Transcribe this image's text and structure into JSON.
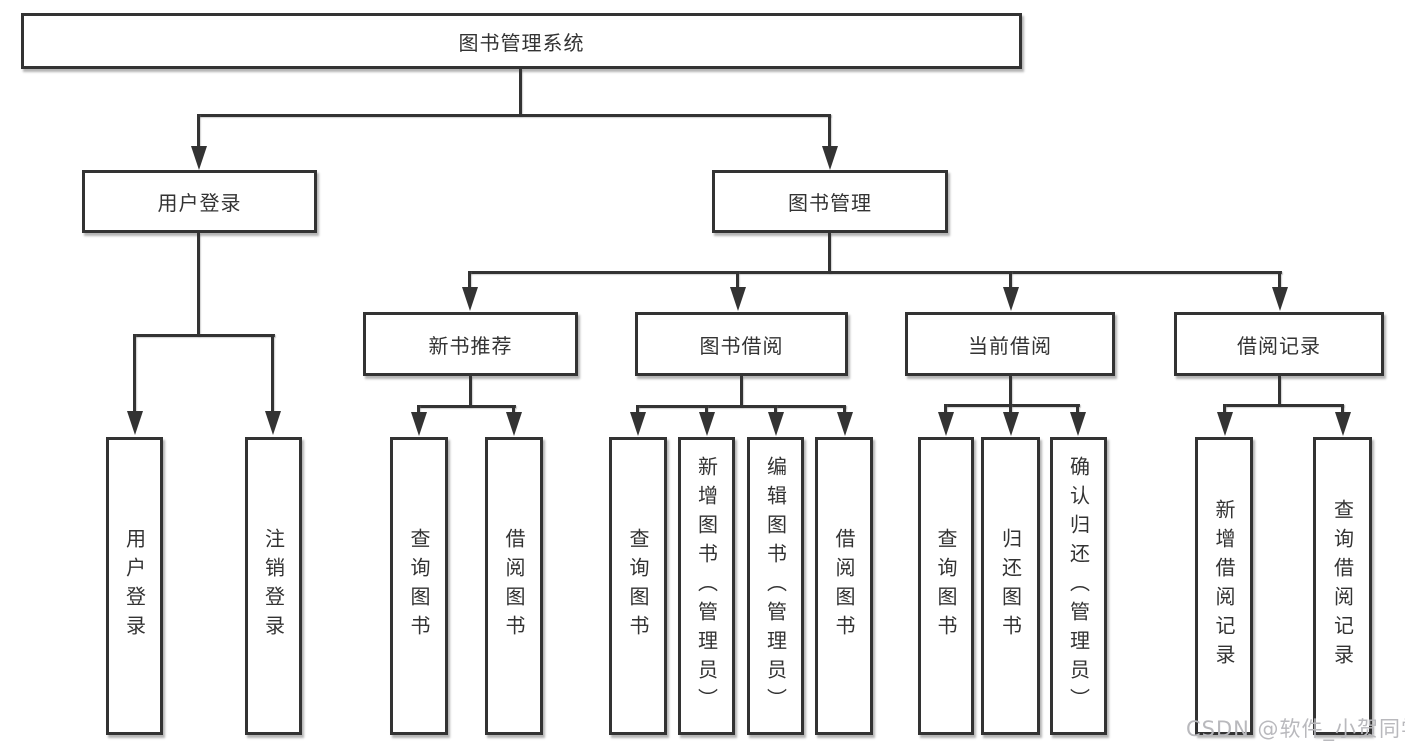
{
  "diagram_title": "图书管理系统",
  "tree": {
    "root": {
      "label": "图书管理系统"
    },
    "children": [
      {
        "label": "用户登录",
        "children": [
          {
            "label": "用户登录"
          },
          {
            "label": "注销登录"
          }
        ]
      },
      {
        "label": "图书管理",
        "children": [
          {
            "label": "新书推荐",
            "children": [
              {
                "label": "查询图书"
              },
              {
                "label": "借阅图书"
              }
            ]
          },
          {
            "label": "图书借阅",
            "children": [
              {
                "label": "查询图书"
              },
              {
                "label": "新增图书（管理员）"
              },
              {
                "label": "编辑图书（管理员）"
              },
              {
                "label": "借阅图书"
              }
            ]
          },
          {
            "label": "当前借阅",
            "children": [
              {
                "label": "查询图书"
              },
              {
                "label": "归还图书"
              },
              {
                "label": "确认归还（管理员）"
              }
            ]
          },
          {
            "label": "借阅记录",
            "children": [
              {
                "label": "新增借阅记录"
              },
              {
                "label": "查询借阅记录"
              }
            ]
          }
        ]
      }
    ]
  },
  "watermark": "CSDN @软件_小贺同学",
  "colors": {
    "line": "#333333",
    "box_border": "#333333",
    "box_background": "#ffffff",
    "text": "#333333",
    "watermark": "#b9b9bd",
    "background": "#ffffff"
  }
}
